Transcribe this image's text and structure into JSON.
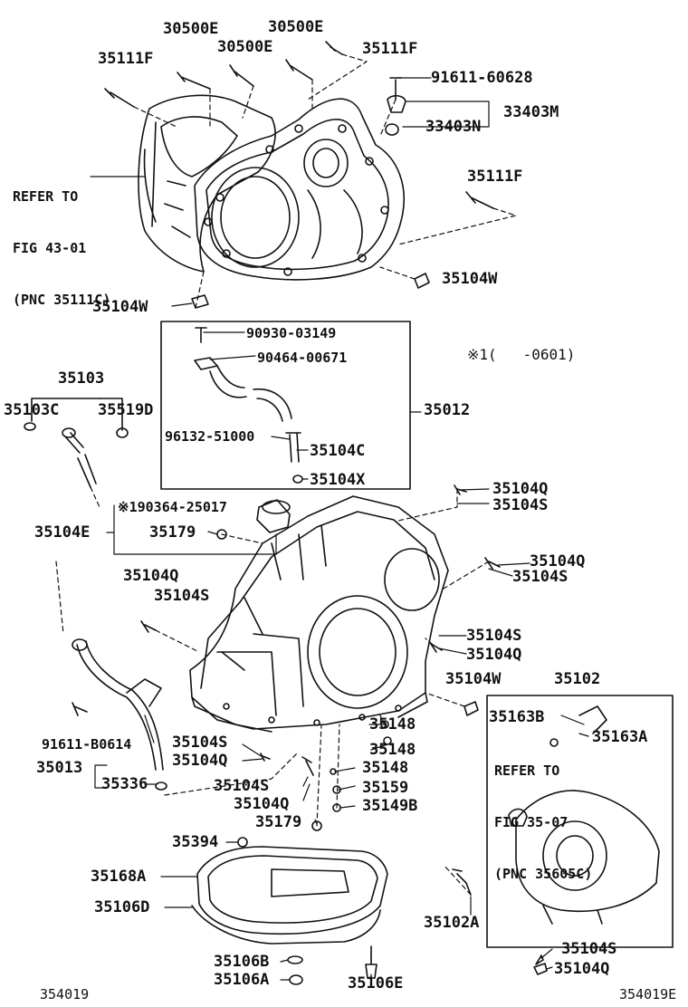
{
  "labels": [
    {
      "id": "p30500e_a",
      "text": "30500E"
    },
    {
      "id": "p30500e_b",
      "text": "30500E"
    },
    {
      "id": "p30500e_c",
      "text": "30500E"
    },
    {
      "id": "p35111f_a",
      "text": "35111F"
    },
    {
      "id": "p35111f_b",
      "text": "35111F"
    },
    {
      "id": "p91611_60628",
      "text": "91611-60628"
    },
    {
      "id": "p33403m",
      "text": "33403M"
    },
    {
      "id": "p33403n",
      "text": "33403N"
    },
    {
      "id": "p35111f_c",
      "text": "35111F"
    },
    {
      "id": "p35104w_a",
      "text": "35104W"
    },
    {
      "id": "p35104w_b",
      "text": "35104W"
    },
    {
      "id": "p90930_03149",
      "text": "90930-03149"
    },
    {
      "id": "p90464_00671",
      "text": "90464-00671"
    },
    {
      "id": "p35103",
      "text": "35103"
    },
    {
      "id": "p35103c",
      "text": "35103C"
    },
    {
      "id": "p35519d",
      "text": "35519D"
    },
    {
      "id": "p35012",
      "text": "35012"
    },
    {
      "id": "p96132_51000",
      "text": "96132-51000"
    },
    {
      "id": "p35104c",
      "text": "35104C"
    },
    {
      "id": "p35104x",
      "text": "35104X"
    },
    {
      "id": "p35104q_a",
      "text": "35104Q"
    },
    {
      "id": "p35104s_a",
      "text": "35104S"
    },
    {
      "id": "p190364_25017",
      "text": "※190364-25017"
    },
    {
      "id": "p35104e",
      "text": "35104E"
    },
    {
      "id": "p35179_a",
      "text": "35179"
    },
    {
      "id": "p35104q_b",
      "text": "35104Q"
    },
    {
      "id": "p35104s_b",
      "text": "35104S"
    },
    {
      "id": "p35104q_c",
      "text": "35104Q"
    },
    {
      "id": "p35104s_c",
      "text": "35104S"
    },
    {
      "id": "p35104s_d",
      "text": "35104S"
    },
    {
      "id": "p35104q_d",
      "text": "35104Q"
    },
    {
      "id": "p35104w_c",
      "text": "35104W"
    },
    {
      "id": "p35102",
      "text": "35102"
    },
    {
      "id": "p35163b",
      "text": "35163B"
    },
    {
      "id": "p35163a",
      "text": "35163A"
    },
    {
      "id": "p91611_b0614",
      "text": "91611-B0614"
    },
    {
      "id": "p35104s_e",
      "text": "35104S"
    },
    {
      "id": "p35104q_e",
      "text": "35104Q"
    },
    {
      "id": "p35148_a",
      "text": "35148"
    },
    {
      "id": "p35148_b",
      "text": "35148"
    },
    {
      "id": "p35148_c",
      "text": "35148"
    },
    {
      "id": "p35013",
      "text": "35013"
    },
    {
      "id": "p35336",
      "text": "35336"
    },
    {
      "id": "p35104s_f",
      "text": "35104S"
    },
    {
      "id": "p35159",
      "text": "35159"
    },
    {
      "id": "p35104q_f",
      "text": "35104Q"
    },
    {
      "id": "p35149b",
      "text": "35149B"
    },
    {
      "id": "p35179_b",
      "text": "35179"
    },
    {
      "id": "p35394",
      "text": "35394"
    },
    {
      "id": "p35168a",
      "text": "35168A"
    },
    {
      "id": "p35106d",
      "text": "35106D"
    },
    {
      "id": "p35102a",
      "text": "35102A"
    },
    {
      "id": "p35104s_g",
      "text": "35104S"
    },
    {
      "id": "p35104q_g",
      "text": "35104Q"
    },
    {
      "id": "p35106b",
      "text": "35106B"
    },
    {
      "id": "p35106a",
      "text": "35106A"
    },
    {
      "id": "p35106e",
      "text": "35106E"
    },
    {
      "id": "p354019",
      "text": "354019"
    },
    {
      "id": "p354019e",
      "text": "354019E"
    }
  ],
  "notes": {
    "refer_fig_43": [
      "REFER TO",
      "FIG 43-01",
      "(PNC 35111C)"
    ],
    "refer_fig_35": [
      "REFER TO",
      "FIG 35-07",
      "(PNC 35605C)"
    ],
    "footnote": "※1(   -0601)"
  }
}
